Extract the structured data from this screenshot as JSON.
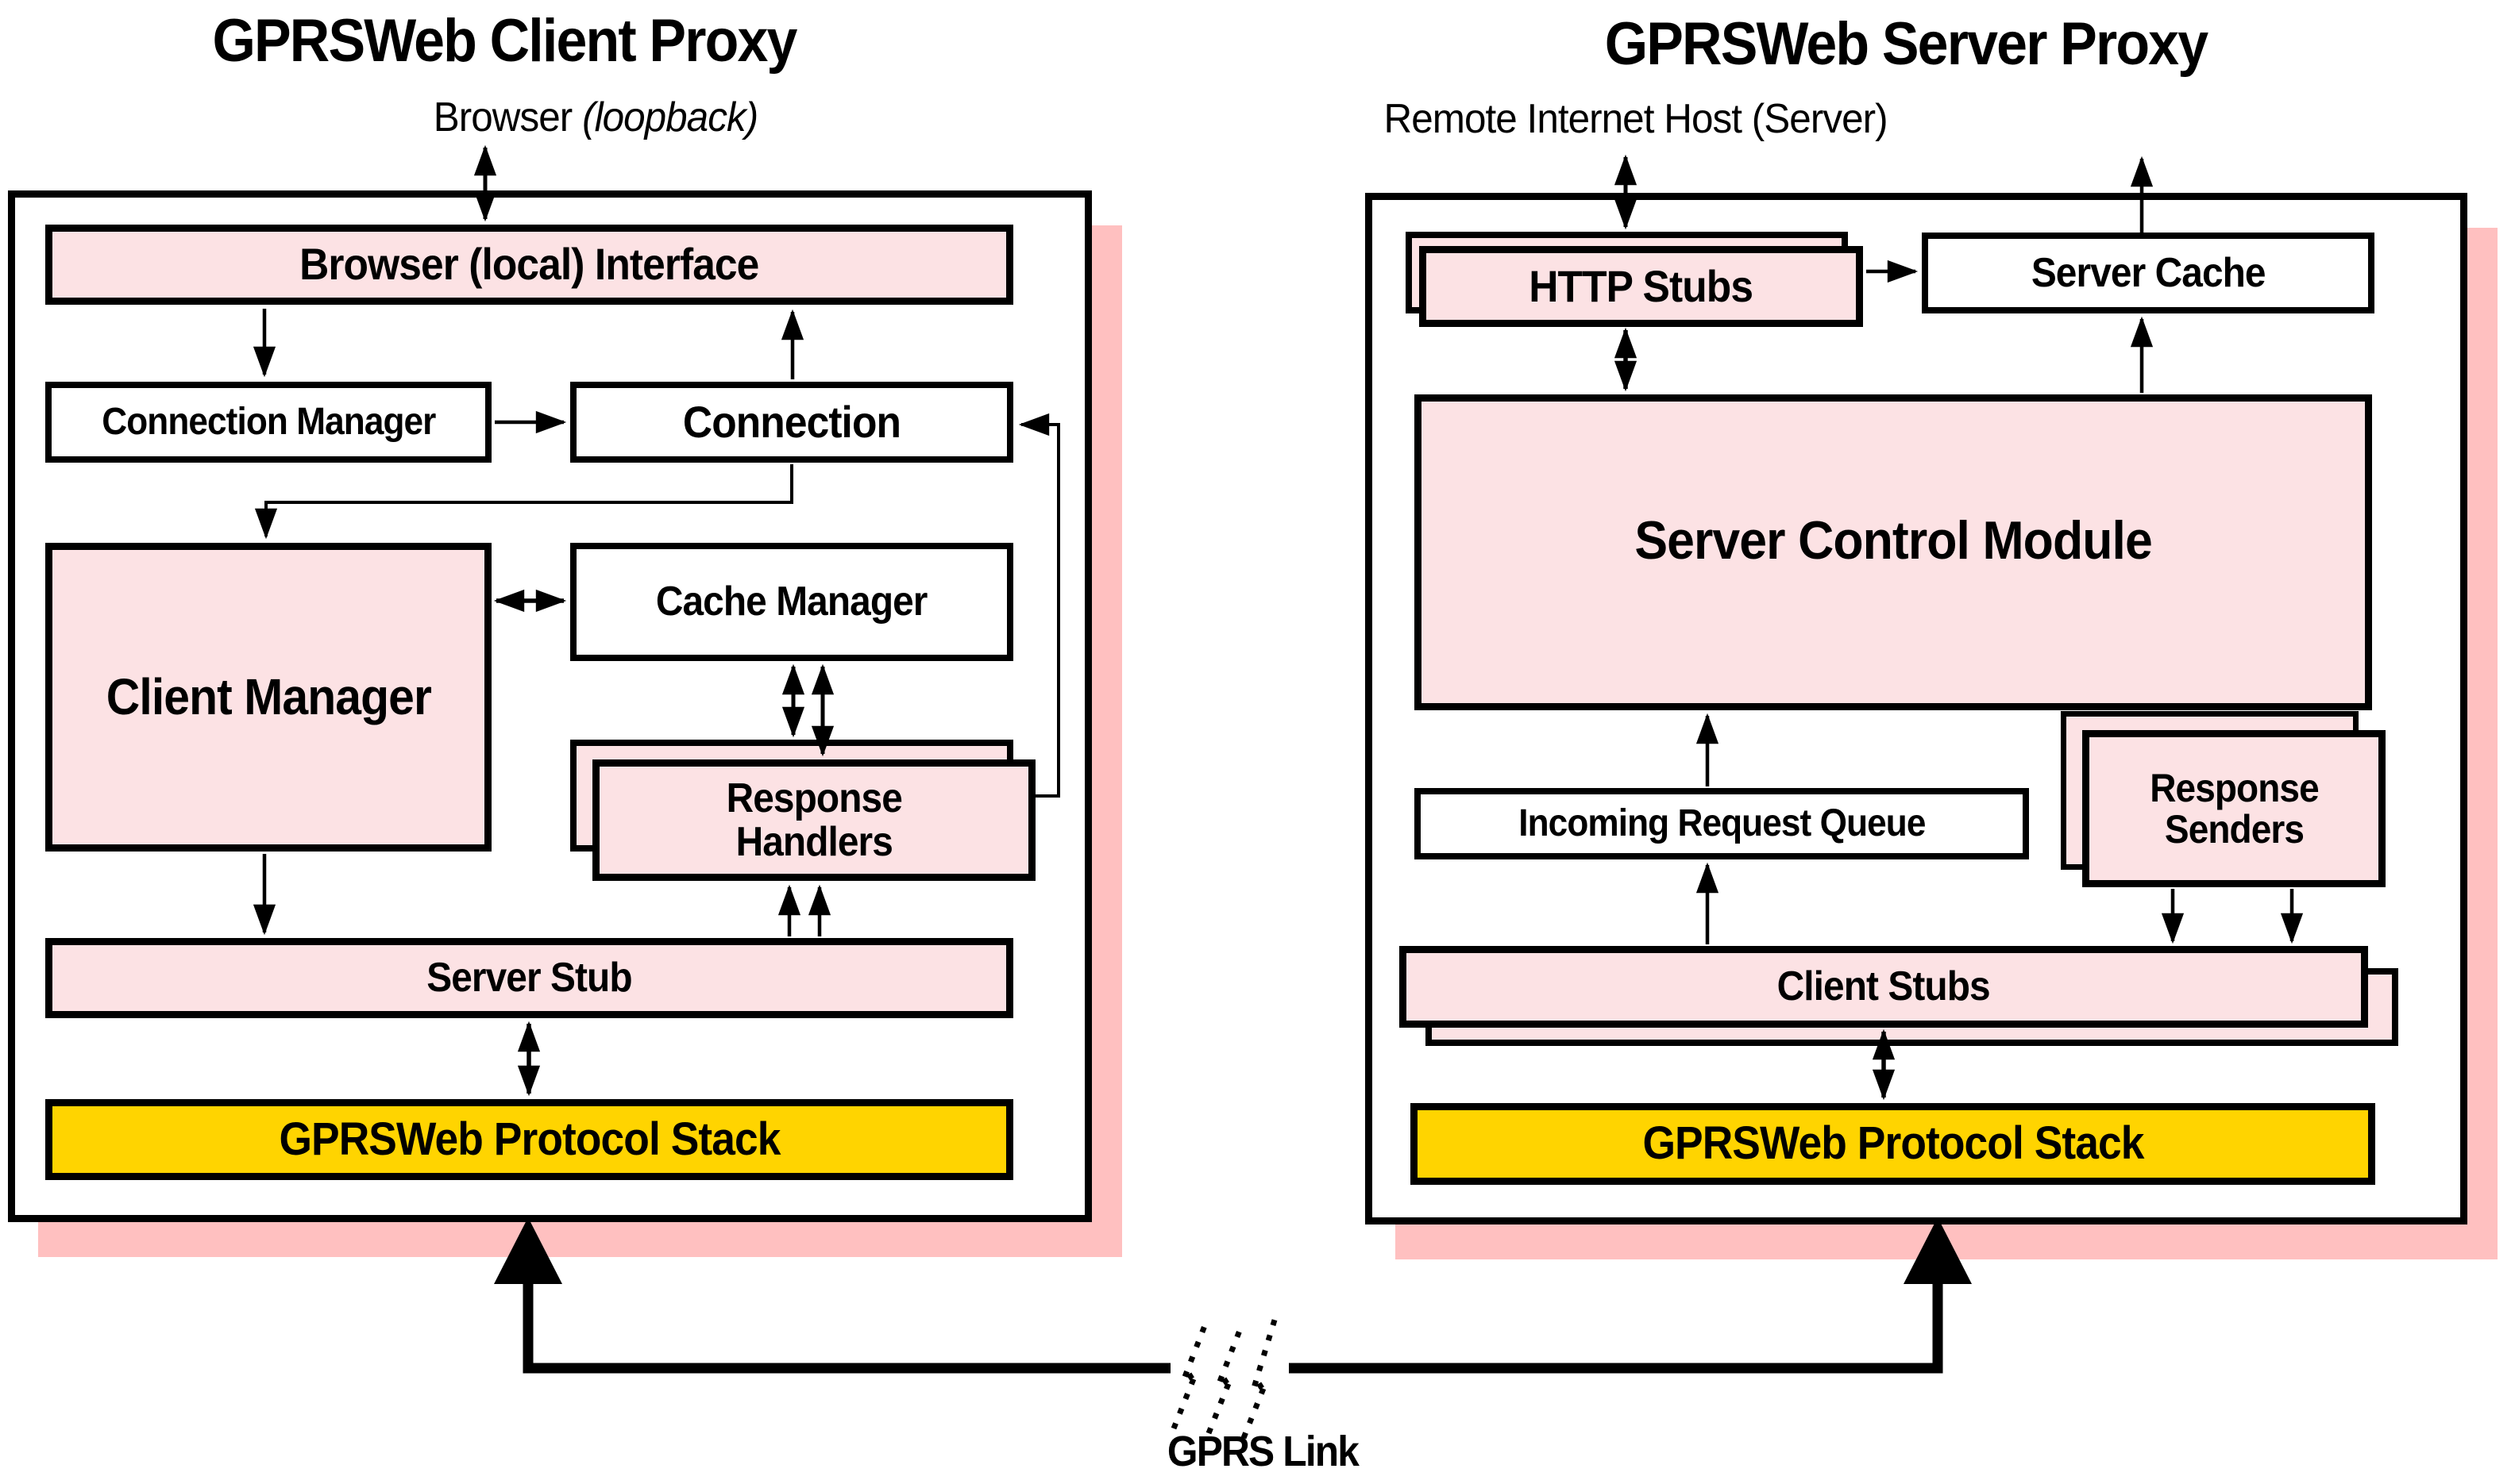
{
  "colors": {
    "pink": "#FCE2E4",
    "pink_shadow": "#FFC0C0",
    "gold": "#FFD400",
    "line": "#000000"
  },
  "client_proxy": {
    "title": "GPRSWeb Client Proxy",
    "external_label": "Browser ",
    "external_label_note": "(loopback)",
    "boxes": {
      "browser_interface": "Browser (local) Interface",
      "connection_manager": "Connection Manager",
      "connection": "Connection",
      "client_manager": "Client Manager",
      "cache_manager": "Cache Manager",
      "response_handlers": "Response\nHandlers",
      "server_stub": "Server Stub",
      "protocol_stack": "GPRSWeb Protocol Stack"
    }
  },
  "server_proxy": {
    "title": "GPRSWeb Server Proxy",
    "external_label": "Remote Internet Host (Server)",
    "boxes": {
      "http_stubs": "HTTP Stubs",
      "server_cache": "Server Cache",
      "server_control_module": "Server Control Module",
      "incoming_request_queue": "Incoming Request Queue",
      "response_senders": "Response\nSenders",
      "client_stubs": "Client Stubs",
      "protocol_stack": "GPRSWeb Protocol Stack"
    }
  },
  "link": {
    "label": "GPRS Link"
  }
}
